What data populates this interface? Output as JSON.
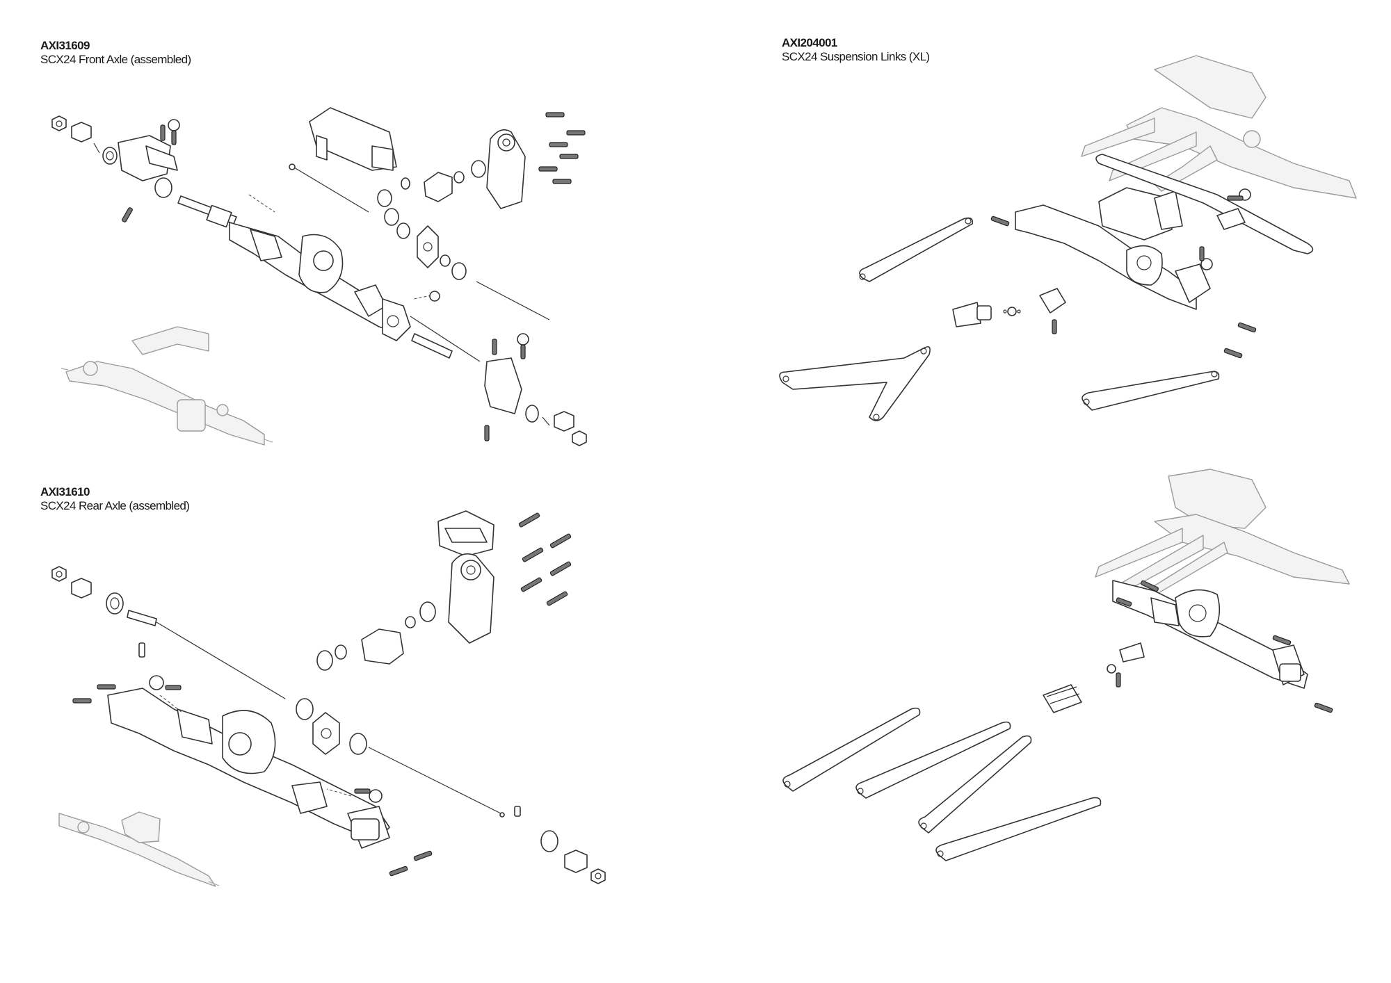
{
  "sections": {
    "front_axle": {
      "part_number": "AXI31609",
      "description": "SCX24 Front Axle (assembled)"
    },
    "rear_axle": {
      "part_number": "AXI31610",
      "description": "SCX24 Rear Axle (assembled)"
    },
    "suspension_links": {
      "part_number": "AXI204001",
      "description": "SCX24 Suspension Links (XL)"
    }
  }
}
